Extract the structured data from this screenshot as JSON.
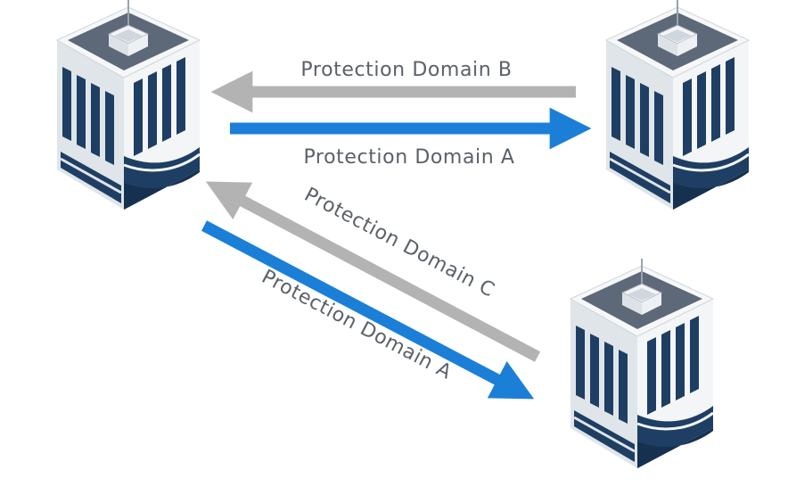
{
  "colors": {
    "replication_primary": "#1b7fd8",
    "replication_secondary": "#b3b3b3",
    "building_roof": "#5d6878",
    "building_window": "#1e3f63",
    "building_wall": "#e9edf1",
    "label_text": "#5a6168"
  },
  "datacenters": [
    {
      "id": "site-left",
      "icon": "datacenter-building-icon"
    },
    {
      "id": "site-right",
      "icon": "datacenter-building-icon"
    },
    {
      "id": "site-bottom-right",
      "icon": "datacenter-building-icon"
    }
  ],
  "links": [
    {
      "id": "top-gray",
      "label": "Protection Domain B",
      "direction": "right-to-left",
      "color": "#b3b3b3"
    },
    {
      "id": "top-blue",
      "label": "Protection Domain A",
      "direction": "left-to-right",
      "color": "#1b7fd8"
    },
    {
      "id": "diag-gray",
      "label": "Protection Domain C",
      "direction": "bottom-right-to-top-left",
      "color": "#b3b3b3"
    },
    {
      "id": "diag-blue",
      "label": "Protection Domain A",
      "direction": "top-left-to-bottom-right",
      "color": "#1b7fd8"
    }
  ]
}
